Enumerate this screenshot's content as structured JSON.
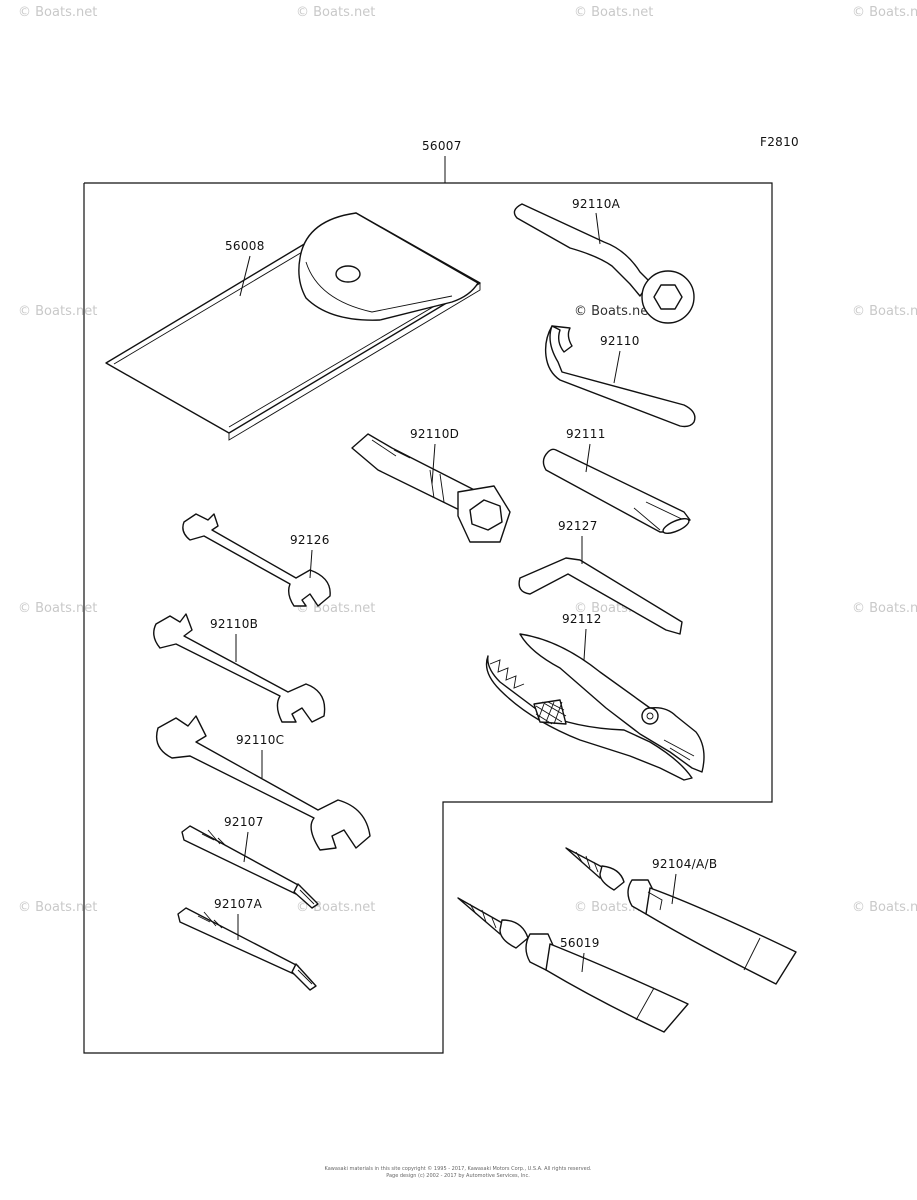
{
  "figure_code": "F2810",
  "watermark": "© Boats.net",
  "footer": {
    "line1": "Kawasaki materials in this site copyright © 1995 - 2017, Kawasaki Motors Corp., U.S.A. All rights reserved.",
    "line2": "Page design (c) 2002 - 2017 by Automotive Services, Inc."
  },
  "parts": {
    "kit": "56007",
    "pouch": "56008",
    "ring_wrench": "92110A",
    "hook_wrench": "92110",
    "bar": "92111",
    "box_wrench": "92110D",
    "small_wrench": "92126",
    "hex_key": "92127",
    "medium_wrench": "92110B",
    "pliers": "92112",
    "large_wrench": "92110C",
    "screwdriver_a": "92107",
    "screwdriver_b": "92107A",
    "grease_tube_1": "92104/A/B",
    "grease_tube_2": "56019"
  }
}
